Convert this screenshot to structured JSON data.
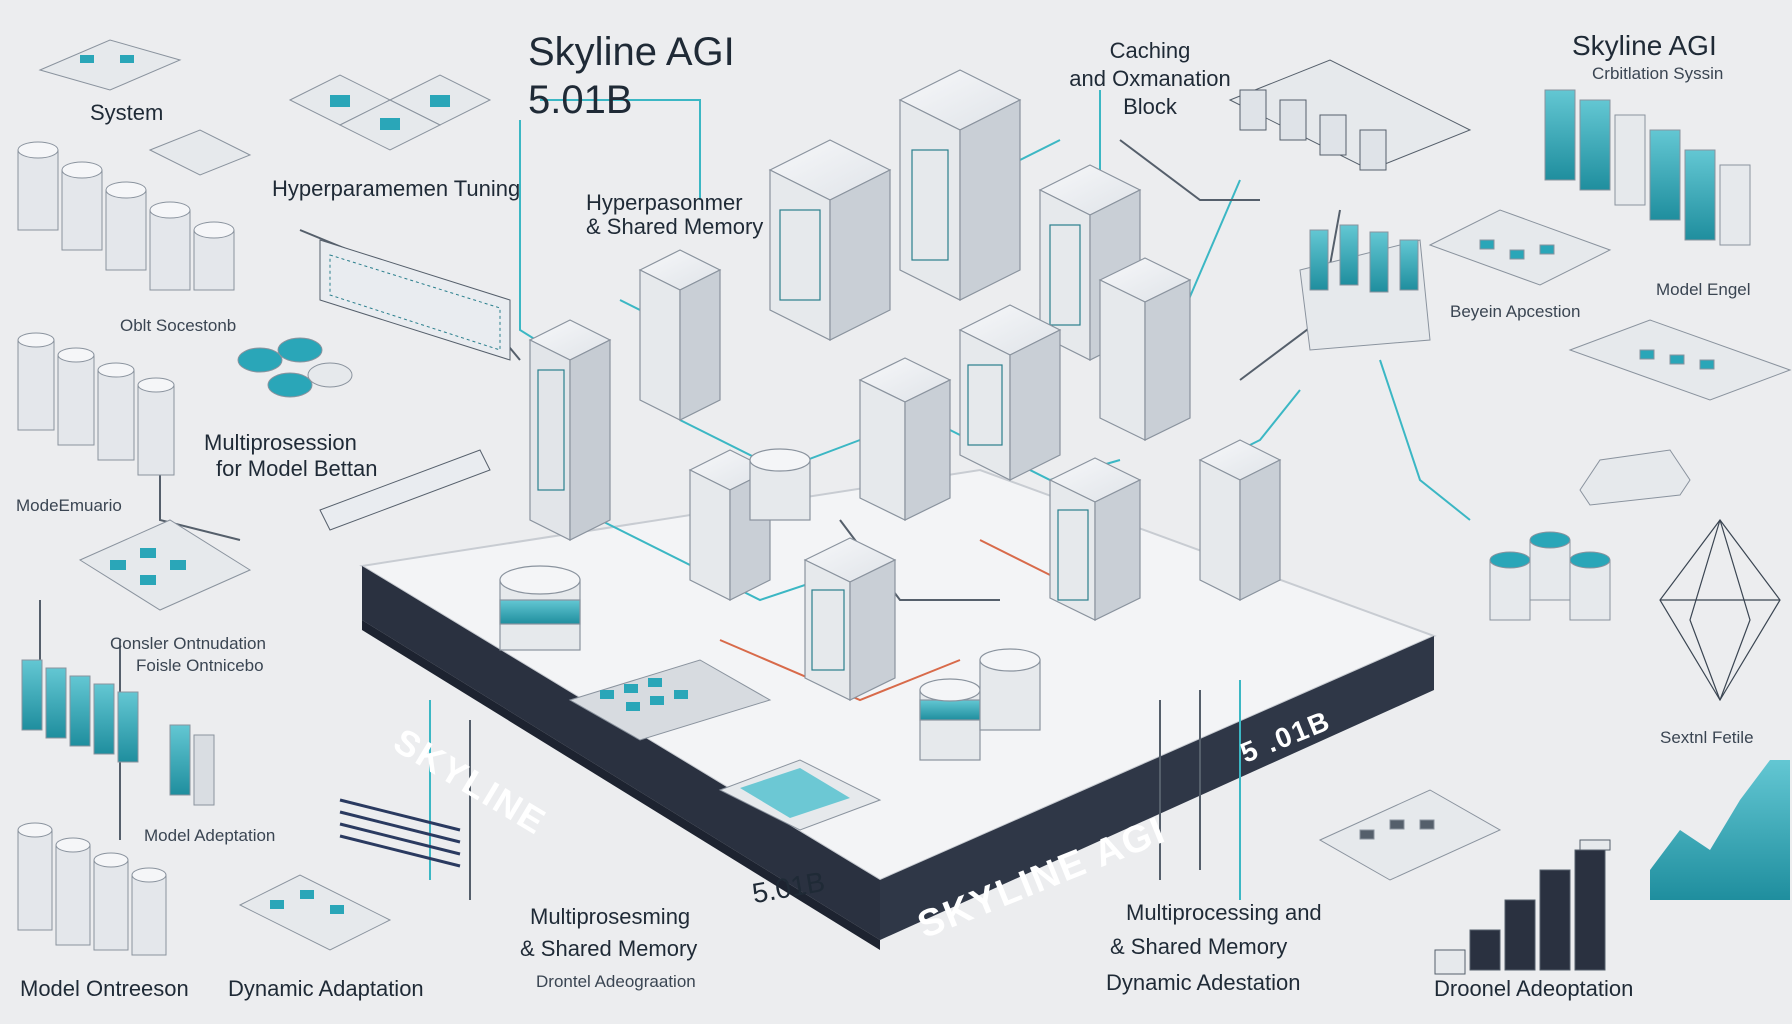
{
  "title": {
    "name": "Skyline AGI",
    "version": "5.01B"
  },
  "labels": {
    "system": "System",
    "hyper_tuning": "Hyperparamemen Tuning",
    "hyper_shared_1": "Hyperpasonmer",
    "hyper_shared_2": "& Shared Memory",
    "caching_1": "Caching",
    "caching_2": "and Oxmanation",
    "caching_3": "Block",
    "right_title": "Skyline AGI",
    "right_sub": "Crbitlation Syssin",
    "model_engel": "Model Engel",
    "bayesian": "Beyein Apcestion",
    "multi_model_1": "Multiprosession",
    "multi_model_2": "for Model Bettan",
    "left_small_1": "ModeEmuario",
    "left_small_2": "Consler Ontnudation",
    "left_small_3": "Foisle Ontnicebo",
    "model_adaptation_left": "Model Adeptation",
    "model_ontreson": "Model Ontreeson",
    "dynamic_adaptation": "Dynamic Adaptation",
    "center_bottom_1": "Multiprosesming",
    "center_bottom_2": "& Shared Memory",
    "center_bottom_3": "Drontel Adeograation",
    "right_bottom_1": "Multiprocessing and",
    "right_bottom_2": "& Shared Memory",
    "right_bottom_3": "Dynamic Adestation",
    "bottom_right": "Droonel Adeoptation",
    "sensor_fetile": "Sextnl Fetile",
    "upper_small": "Oblt Socestonb"
  },
  "platform": {
    "band_left": "SKYLINE",
    "band_right": "SKYLINE AGI",
    "band_version": "5.01B",
    "band_version_small": "5 .01B",
    "front_version": "5.01B"
  },
  "colors": {
    "background": "#ecedef",
    "teal": "#2aa6b8",
    "navy": "#2a3140",
    "ink": "#1f2a36",
    "wire": "#3bb7c4"
  }
}
